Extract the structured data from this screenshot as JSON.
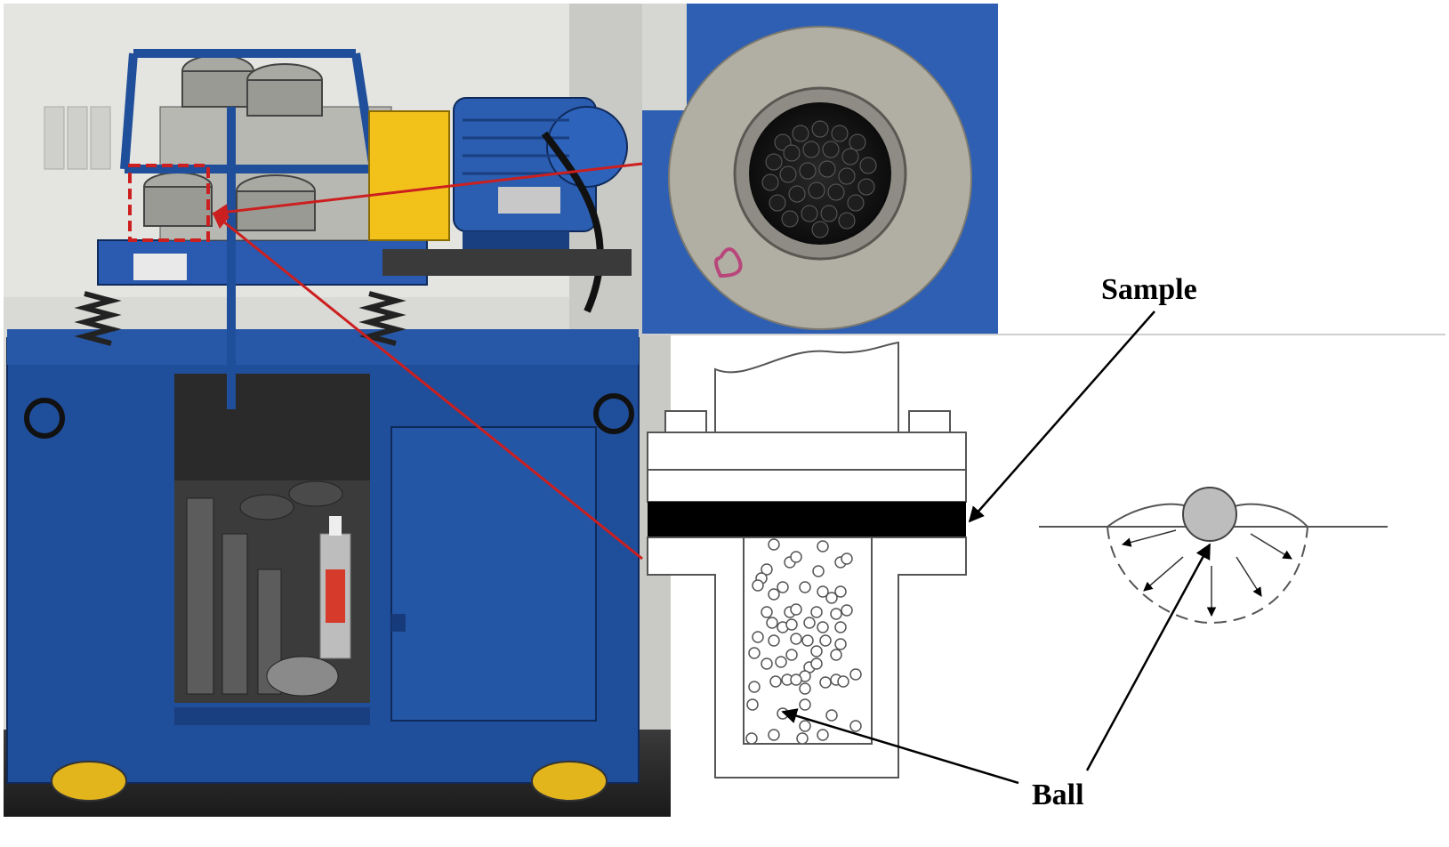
{
  "labels": {
    "sample": "Sample",
    "ball": "Ball"
  },
  "colors": {
    "machine_blue": "#1f4e9a",
    "motor_blue": "#2b5db0",
    "coupling_yellow": "#f2c21b",
    "callout_red": "#cc1f1f",
    "sample_black": "#000000",
    "ball_gray": "#bdbdbd"
  },
  "panels": {
    "left_photo": "vibratory-ball-peening-machine-photo",
    "top_right_photo": "chamber-with-steel-balls-closeup",
    "bottom_diagram": "sample-and-ball-schematic",
    "impact_detail": "ball-impact-plastic-zone-detail"
  }
}
